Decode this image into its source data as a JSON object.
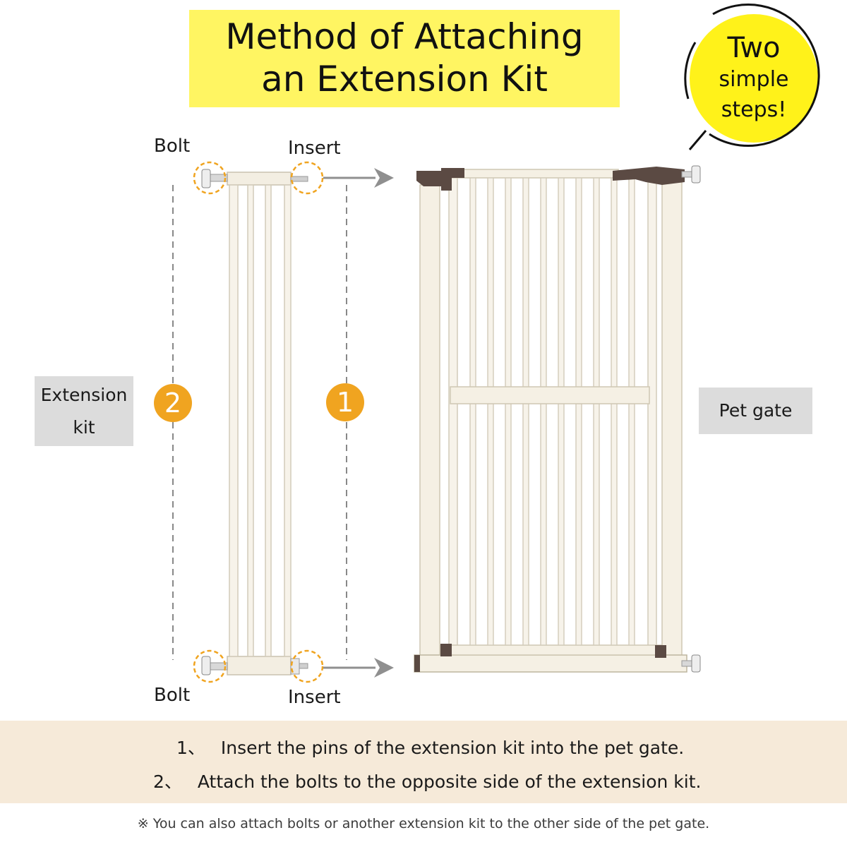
{
  "title_line1": "Method of Attaching",
  "title_line2": "an Extension Kit",
  "bubble": {
    "line1": "Two",
    "line2": "simple",
    "line3": "steps!"
  },
  "labels": {
    "bolt_top": "Bolt",
    "insert_top": "Insert",
    "bolt_bottom": "Bolt",
    "insert_bottom": "Insert",
    "extension_kit_line1": "Extension",
    "extension_kit_line2": "kit",
    "pet_gate": "Pet gate"
  },
  "step_badges": {
    "left": "2",
    "right": "1"
  },
  "steps": [
    {
      "num": "1、",
      "text": "Insert the pins of the extension kit into the pet gate."
    },
    {
      "num": "2、",
      "text": "Attach the bolts to the opposite side of the extension kit."
    }
  ],
  "note": "※ You can also attach bolts or another extension kit to the other side of the pet gate.",
  "colors": {
    "title_bg": "#fff562",
    "badge": "#f0a420",
    "bubble": "#fff21a",
    "instructions_bg": "#f6ead9",
    "gray_label": "#dcdcdc"
  }
}
